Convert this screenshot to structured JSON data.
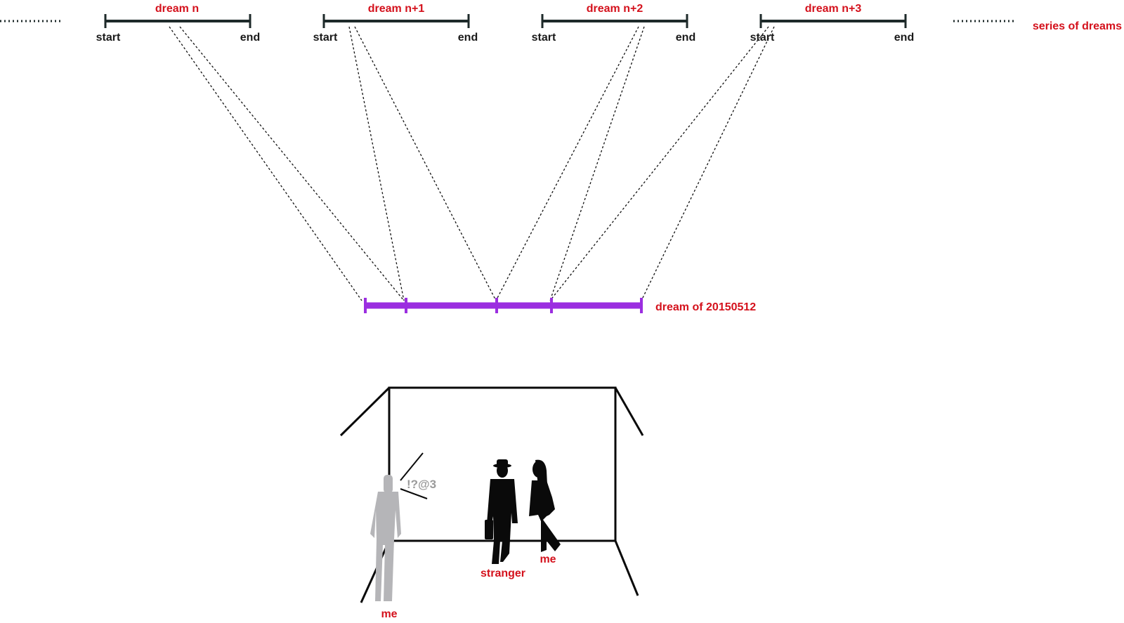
{
  "dreams": [
    {
      "title": "dream n",
      "start": "start",
      "end": "end"
    },
    {
      "title": "dream n+1",
      "start": "start",
      "end": "end"
    },
    {
      "title": "dream n+2",
      "start": "start",
      "end": "end"
    },
    {
      "title": "dream n+3",
      "start": "start",
      "end": "end"
    }
  ],
  "series_label": "series of dreams",
  "composite_label": "dream of 20150512",
  "scene": {
    "speech": "!?@3",
    "me_observer_label": "me",
    "stranger_label": "stranger",
    "me_dreamer_label": "me"
  },
  "colors": {
    "label_red": "#d4111c",
    "timeline": "#1e2a2a",
    "composite_bar": "#9b2ee0",
    "observer_figure": "#b5b5b8",
    "silhouette": "#0a0a0a"
  }
}
